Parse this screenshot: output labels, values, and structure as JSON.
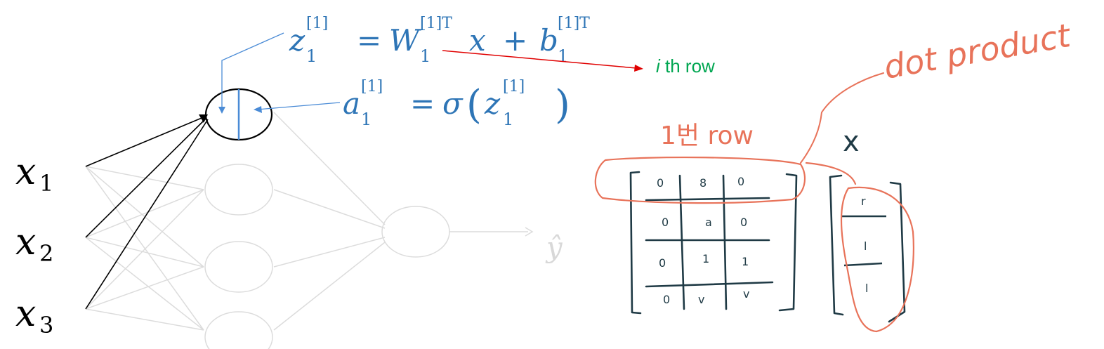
{
  "equations": {
    "z_lhs_base": "z",
    "z_lhs_sub": "1",
    "z_lhs_sup": "[1]",
    "z_equals": "=",
    "z_W_base": "W",
    "z_W_sub": "1",
    "z_W_sup": "[1]T",
    "z_x": "x",
    "z_plus": "+",
    "z_b_base": "b",
    "z_b_sub": "1",
    "z_b_sup": "[1]T",
    "a_lhs_base": "a",
    "a_lhs_sub": "1",
    "a_lhs_sup": "[1]",
    "a_equals": "=",
    "a_sigma": "σ",
    "a_open": "(",
    "a_z_base": "z",
    "a_z_sub": "1",
    "a_z_sup": "[1]",
    "a_close": ")"
  },
  "annotation": {
    "row_label_italic": "i",
    "row_label_rest": " th row"
  },
  "inputs": [
    {
      "base": "x",
      "sub": "1"
    },
    {
      "base": "x",
      "sub": "2"
    },
    {
      "base": "x",
      "sub": "3"
    }
  ],
  "output": {
    "label": "ŷ"
  },
  "handwriting": {
    "dot_product": "dot product",
    "first_row": "1번 row",
    "x_vector": "x",
    "matrix_cells": [
      "0",
      "8",
      "0",
      "0",
      "a",
      "0",
      "0",
      "1",
      "1",
      "0",
      "v",
      "v"
    ],
    "vector_cells": [
      "r",
      "l",
      "l"
    ]
  },
  "colors": {
    "equation": "#2e75b6",
    "row_arrow": "#e00000",
    "row_label": "#00a651",
    "handwriting_red": "#e8735a",
    "handwriting_dark": "#1f3a45",
    "faded_network": "#dcdcdc"
  }
}
